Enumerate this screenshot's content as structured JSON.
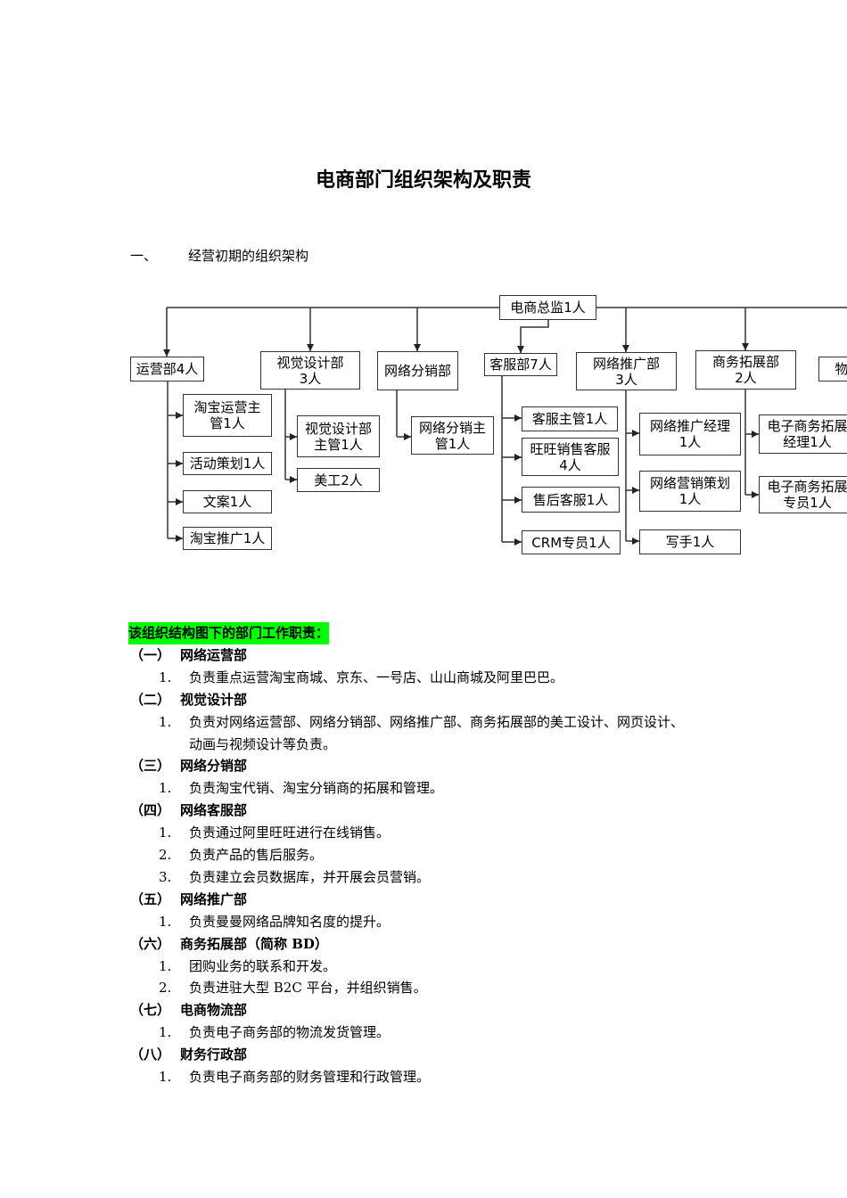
{
  "title": "电商部门组织架构及职责",
  "section": {
    "number": "一、",
    "title": "经营初期的组织架构"
  },
  "org_chart": {
    "root": "电商总监1人",
    "departments": [
      {
        "label": "运营部4人",
        "children": [
          "淘宝运营主\n管1人",
          "活动策划1人",
          "文案1人",
          "淘宝推广1人"
        ]
      },
      {
        "label": "视觉设计部\n3人",
        "children": [
          "视觉设计部\n主管1人",
          "美工2人"
        ]
      },
      {
        "label": "网络分销部",
        "children": [
          "网络分销主\n管1人"
        ]
      },
      {
        "label": "客服部7人",
        "children": [
          "客服主管1人",
          "旺旺销售客服\n4人",
          "售后客服1人",
          "CRM专员1人"
        ]
      },
      {
        "label": "网络推广部\n3人",
        "children": [
          "网络推广经理\n1人",
          "网络营销策划\n1人",
          "写手1人"
        ]
      },
      {
        "label": "商务拓展部\n2人",
        "children": [
          "电子商务拓展\n经理1人",
          "电子商务拓展\n专员1人"
        ]
      },
      {
        "label": "物",
        "children": []
      }
    ]
  },
  "duties": {
    "heading": "该组织结构图下的部门工作职责：",
    "groups": [
      {
        "num": "（一）",
        "name": "网络运营部",
        "items": [
          {
            "n": "1.",
            "text": "负责重点运营淘宝商城、京东、一号店、山山商城及阿里巴巴。"
          }
        ]
      },
      {
        "num": "（二）",
        "name": "视觉设计部",
        "items": [
          {
            "n": "1.",
            "text": "负责对网络运营部、网络分销部、网络推广部、商务拓展部的美工设计、网页设计、",
            "cont": "动画与视频设计等负责。"
          }
        ]
      },
      {
        "num": "（三）",
        "name": "网络分销部",
        "items": [
          {
            "n": "1.",
            "text": "负责淘宝代销、淘宝分销商的拓展和管理。"
          }
        ]
      },
      {
        "num": "（四）",
        "name": "网络客服部",
        "items": [
          {
            "n": "1.",
            "text": "负责通过阿里旺旺进行在线销售。"
          },
          {
            "n": "2.",
            "text": "负责产品的售后服务。"
          },
          {
            "n": "3.",
            "text": "负责建立会员数据库，并开展会员营销。"
          }
        ]
      },
      {
        "num": "（五）",
        "name": "网络推广部",
        "items": [
          {
            "n": "1.",
            "text": "负责曼曼网络品牌知名度的提升。"
          }
        ]
      },
      {
        "num": "（六）",
        "name": "商务拓展部（简称 BD）",
        "items": [
          {
            "n": "1.",
            "text": "团购业务的联系和开发。"
          },
          {
            "n": "2.",
            "text": "负责进驻大型 B2C 平台，并组织销售。"
          }
        ]
      },
      {
        "num": "（七）",
        "name": "电商物流部",
        "items": [
          {
            "n": "1.",
            "text": "负责电子商务部的物流发货管理。"
          }
        ]
      },
      {
        "num": "（八）",
        "name": "财务行政部",
        "items": [
          {
            "n": "1.",
            "text": "负责电子商务部的财务管理和行政管理。"
          }
        ]
      }
    ]
  },
  "colors": {
    "highlight": "#00ff00",
    "line": "#333333"
  }
}
